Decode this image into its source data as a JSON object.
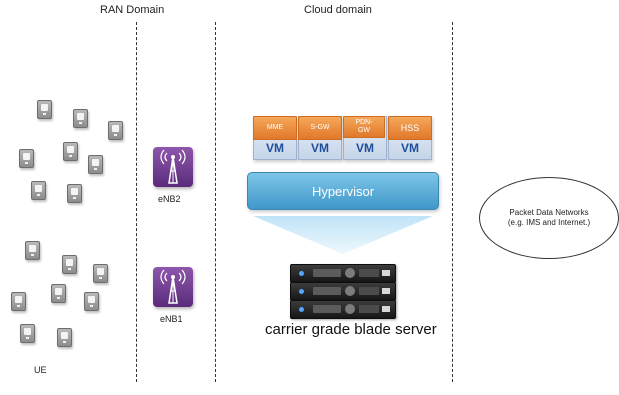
{
  "domains": {
    "ran_title": "RAN Domain",
    "cloud_title": "Cloud domain"
  },
  "ran": {
    "ue_label": "UE",
    "enb2_label": "eNB2",
    "enb1_label": "eNB1"
  },
  "cloud": {
    "vms": [
      {
        "tab": "MME",
        "body": "VM"
      },
      {
        "tab": "S-GW",
        "body": "VM"
      },
      {
        "tab": "PDN-GW",
        "body": "VM"
      },
      {
        "tab": "HSS",
        "body": "VM"
      }
    ],
    "hypervisor_label": "Hypervisor",
    "server_label": "carrier grade blade server"
  },
  "external": {
    "pdn_line1": "Packet Data Networks",
    "pdn_line2": "(e.g. IMS and Internet.)"
  },
  "colors": {
    "vm_tab": "#e1782a",
    "vm_text": "#1f4f9a",
    "hypervisor": "#3f97c9",
    "enb": "#5a2b7a",
    "phone": "#8c8c8c"
  },
  "icons": {
    "ue": "mobile-phone-icon",
    "enb": "antenna-tower-icon",
    "server": "blade-server-icon"
  }
}
